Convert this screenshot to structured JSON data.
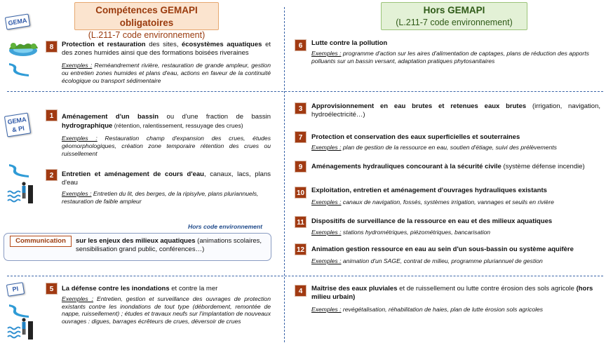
{
  "headers": {
    "left": {
      "title": "Compétences GEMAPI obligatoires",
      "subtitle": "(L.211-7 code environnement)"
    },
    "right": {
      "title": "Hors GEMAPI",
      "subtitle": "(L.211-7 code environnement)"
    }
  },
  "tags": {
    "gema": "GEMA",
    "gema_pi_1": "GEMA",
    "gema_pi_2": "& PI",
    "pi": "PI"
  },
  "example_label": "Exemples :",
  "items": {
    "i8": {
      "num": "8",
      "bold1": "Protection et restauration",
      "t1": " des sites, ",
      "bold2": "écosystèmes aquatiques",
      "t2": " et des zones humides ainsi que des formations boisées riveraines",
      "ex": " Reméandrement rivière, restauration de grande ampleur, gestion ou entretien zones humides et plans d'eau, actions en faveur de la continuité écologique ou transport sédimentaire"
    },
    "i6": {
      "num": "6",
      "bold1": "Lutte contre la pollution",
      "ex": " programme d'action sur les aires d'alimentation de captages, plans de réduction des apports polluants sur un bassin versant, adaptation pratiques phytosanitaires"
    },
    "i1": {
      "num": "1",
      "bold1": "Aménagement d'un bassin",
      "t1": " ou d'une fraction de bassin ",
      "bold2": "hydrographique",
      "t2": " (rétention, ralentissement, ressuyage des crues)",
      "ex": " Restauration champ d'expansion des crues, études géomorphologiques, création zone temporaire rétention des crues ou ruissellement"
    },
    "i2": {
      "num": "2",
      "bold1": "Entretien et aménagement de cours d'eau",
      "t1": ", canaux, lacs, plans d'eau",
      "ex": " Entretien du lit, des berges, de la ripisylve, plans pluriannuels, restauration de faible ampleur"
    },
    "i3": {
      "num": "3",
      "bold1": "Approvisionnement en eau brutes et retenues eaux brutes",
      "t1": " (irrigation, navigation, hydroélectricité…)"
    },
    "i7": {
      "num": "7",
      "bold1": "Protection et conservation des eaux superficielles et souterraines",
      "ex": " plan de gestion de la ressource en eau, soutien d'étiage, suivi des prélèvements"
    },
    "i9": {
      "num": "9",
      "bold1": "Aménagements hydrauliques concourant à la sécurité civile",
      "t1": " (système défense incendie)"
    },
    "i10": {
      "num": "10",
      "bold1": "Exploitation, entretien et aménagement d'ouvrages hydrauliques existants",
      "ex": " canaux de navigation, fossés, systèmes irrigation, vannages et seuils en rivière"
    },
    "i11": {
      "num": "11",
      "bold1": "Dispositifs de surveillance de la ressource en eau et des milieux aquatiques",
      "ex": " stations hydrométriques, piézométriques, bancarisation"
    },
    "i12": {
      "num": "12",
      "bold1": "Animation gestion ressource en eau au sein d'un sous-bassin ou système aquifère",
      "ex": " animation d'un SAGE, contrat de milieu, programme pluriannuel de gestion"
    },
    "i5": {
      "num": "5",
      "bold1": "La défense contre les inondations",
      "t1": " et contre la mer",
      "ex": " Entretien, gestion et surveillance des ouvrages de protection existants contre les inondations de tout type (débordement, remontée de nappe, ruissellement) ; études et travaux neufs sur l'implantation de nouveaux ouvrages : digues, barrages écrêteurs de crues, déversoir de crues"
    },
    "i4": {
      "num": "4",
      "bold1": "Maîtrise des eaux pluviales",
      "t1": " et de ruissellement ou lutte contre érosion des sols agricole ",
      "bold2": "(hors milieu urbain)",
      "ex": " revégétalisation, réhabilitation de haies, plan de lutte érosion sols agricoles"
    }
  },
  "communication": {
    "hors_code": "Hors code environnement",
    "label": "Communication",
    "bold": "sur les enjeux des milieux aquatiques",
    "text": " (animations scolaires, sensibilisation grand public, conférences…)"
  },
  "colors": {
    "accent_blue": "#3a64a8",
    "number_brown": "#a13a12",
    "left_header_bg": "#fbe4cf",
    "right_header_bg": "#e3f1d6"
  },
  "icons": [
    "pond-icon",
    "river-icon",
    "flood-wall-icon"
  ]
}
